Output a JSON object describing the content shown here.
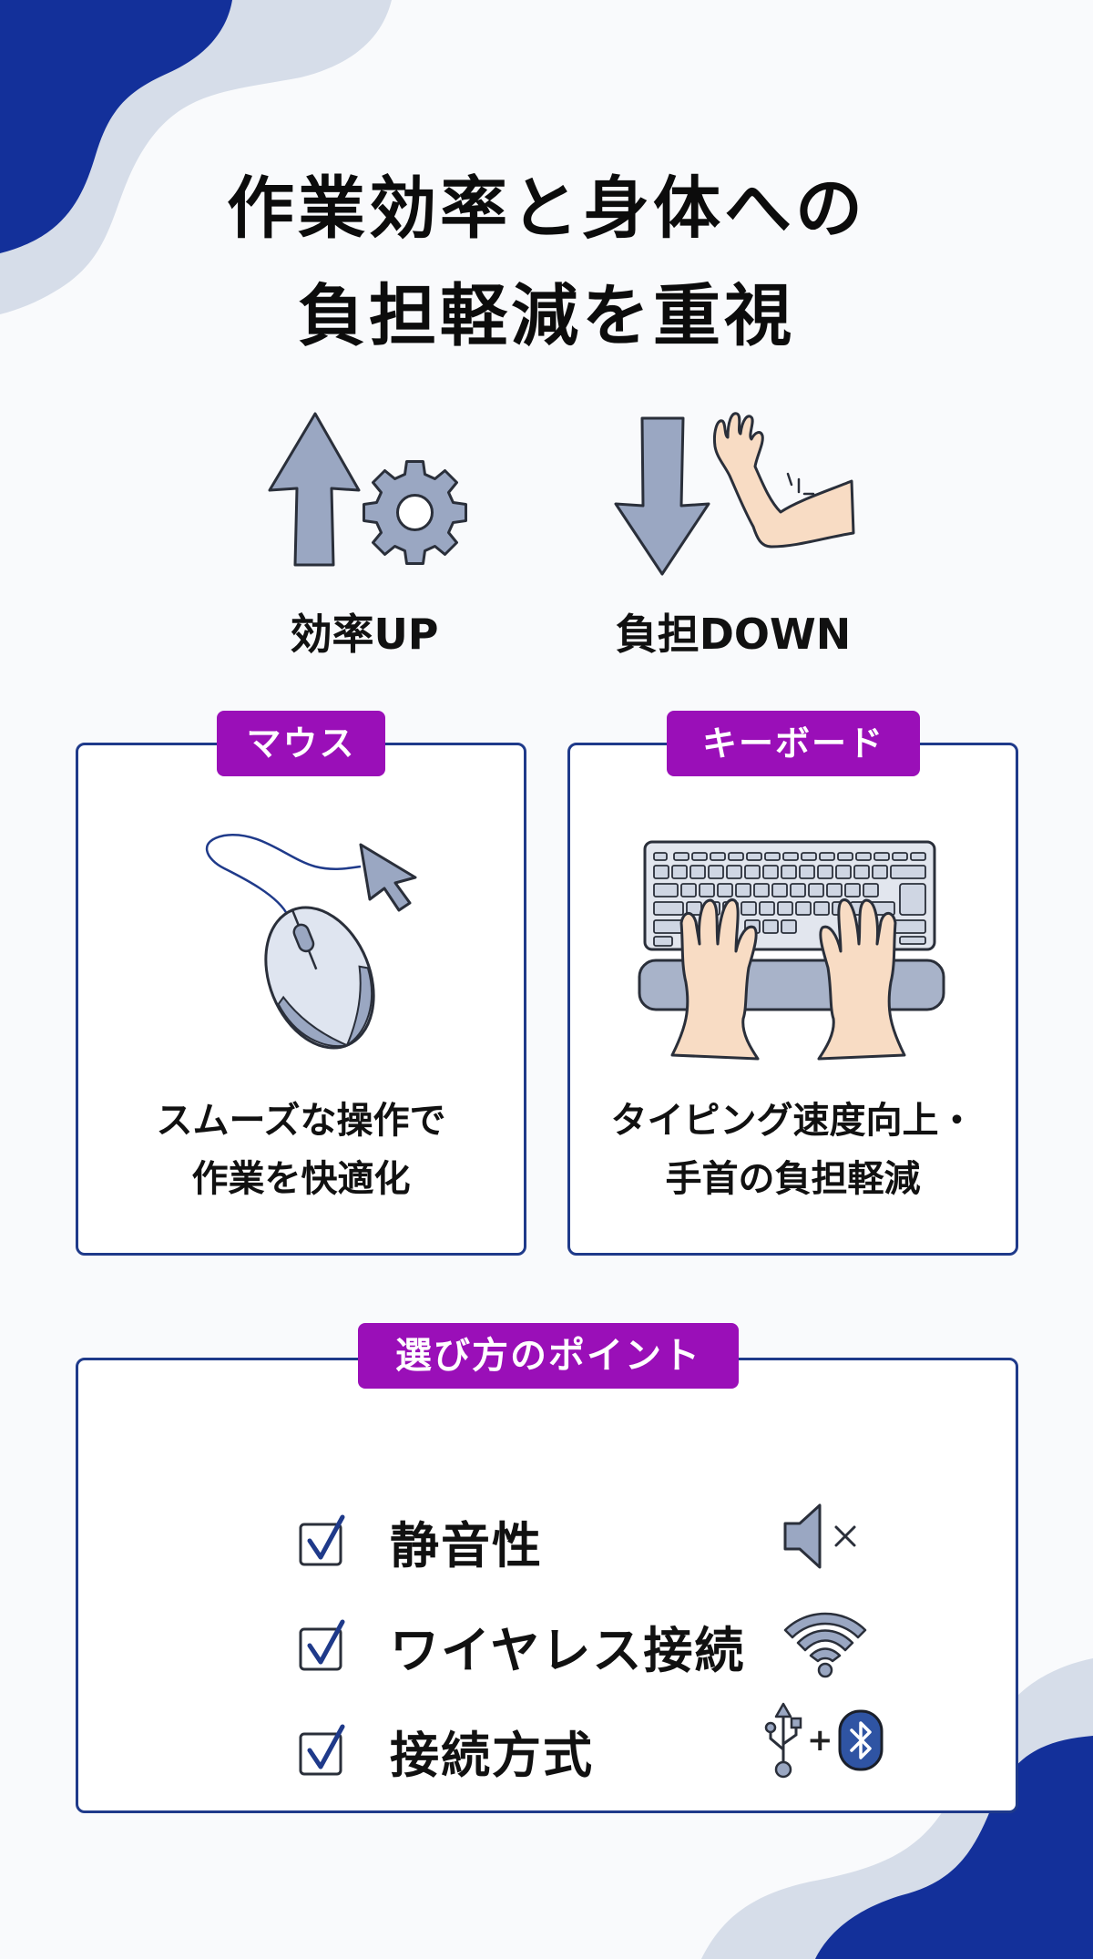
{
  "title": {
    "line1": "作業効率と身体への",
    "line2": "負担軽減を重視"
  },
  "hero": {
    "efficiency": {
      "label": "効率UP",
      "icons": [
        "arrow-up-icon",
        "gear-icon"
      ]
    },
    "burden": {
      "label": "負担DOWN",
      "icons": [
        "arrow-down-icon",
        "arm-icon"
      ]
    }
  },
  "cards": {
    "mouse": {
      "tag": "マウス",
      "icon": "mouse-icon",
      "line1": "スムーズな操作で",
      "line2": "作業を快適化"
    },
    "keyboard": {
      "tag": "キーボード",
      "icon": "keyboard-with-wrist-rest-icon",
      "line1": "タイピング速度向上・",
      "line2": "手首の負担軽減"
    }
  },
  "points": {
    "tag": "選び方のポイント",
    "items": [
      {
        "label": "静音性",
        "checked": true,
        "icon": "mute-speaker-icon"
      },
      {
        "label": "ワイヤレス接続",
        "checked": true,
        "icon": "wifi-icon"
      },
      {
        "label": "接続方式",
        "checked": true,
        "icon": "usb-plus-bluetooth-icon",
        "joiner": "+"
      }
    ]
  },
  "colors": {
    "accent_purple": "#9a0fb8",
    "navy": "#1f3a8a",
    "deco_blue": "#13309a",
    "deco_light": "#d6dde9",
    "icon_gray": "#9aa7c2",
    "skin": "#f8dcc4",
    "background": "#f9fafc"
  }
}
